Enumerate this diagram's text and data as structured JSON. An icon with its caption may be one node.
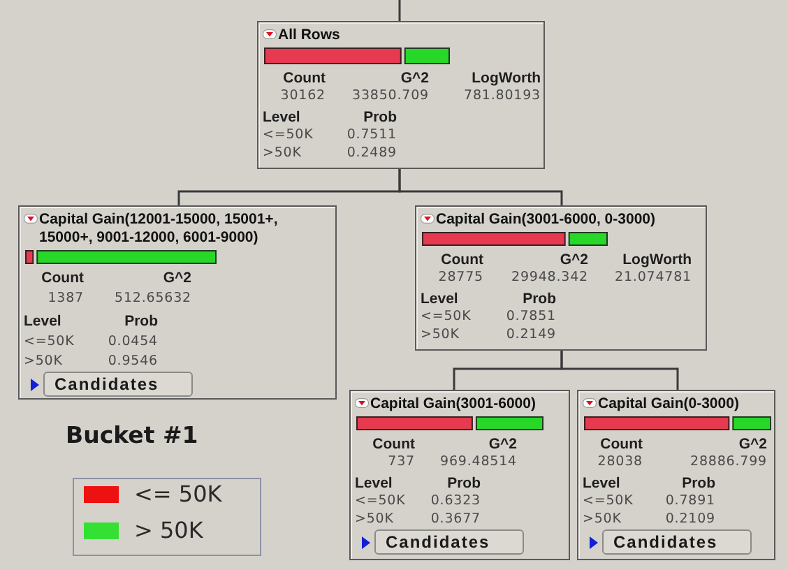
{
  "diagram": {
    "nodes": [
      {
        "text": [
          "All Rows",
          "Count",
          "G^2",
          "LogWorth",
          "30162",
          "33850.709",
          "781.80193",
          "Level",
          "Prob",
          "<=50K",
          "0.7511",
          ">50K",
          "0.2489"
        ]
      },
      {
        "text": [
          "Capital Gain(12001-15000, 15001+, 15000+, 9001-12000, 6001-9000)",
          "Count",
          "G^2",
          "1387",
          "512.65632",
          "Level",
          "Prob",
          "<=50K",
          "0.0454",
          ">50K",
          "0.9546",
          "Candidates"
        ]
      },
      {
        "text": [
          "Capital Gain(3001-6000, 0-3000)",
          "Count",
          "G^2",
          "LogWorth",
          "28775",
          "29948.342",
          "21.074781",
          "Level",
          "Prob",
          "<=50K",
          "0.7851",
          ">50K",
          "0.2149"
        ]
      },
      {
        "text": [
          "Capital Gain(3001-6000)",
          "Count",
          "G^2",
          "737",
          "969.48514",
          "Level",
          "Prob",
          "<=50K",
          "0.6323",
          ">50K",
          "0.3677",
          "Candidates"
        ]
      },
      {
        "text": [
          "Capital Gain(0-3000)",
          "Count",
          "G^2",
          "28038",
          "28886.799",
          "Level",
          "Prob",
          "<=50K",
          "0.7891",
          ">50K",
          "0.2109",
          "Candidates"
        ]
      }
    ],
    "edges": [
      {
        "from": null,
        "to": 0,
        "arrow": "none"
      },
      {
        "from": 0,
        "to": 1,
        "arrow": "none"
      },
      {
        "from": 0,
        "to": 2,
        "arrow": "none"
      },
      {
        "from": 2,
        "to": 3,
        "arrow": "none"
      },
      {
        "from": 2,
        "to": 4,
        "arrow": "none"
      }
    ],
    "labels": [
      "Bucket #1"
    ],
    "legend": [
      {
        "text": "<= 50K",
        "color": "#ee1111"
      },
      {
        "text": "> 50K",
        "color": "#33e033"
      }
    ]
  }
}
